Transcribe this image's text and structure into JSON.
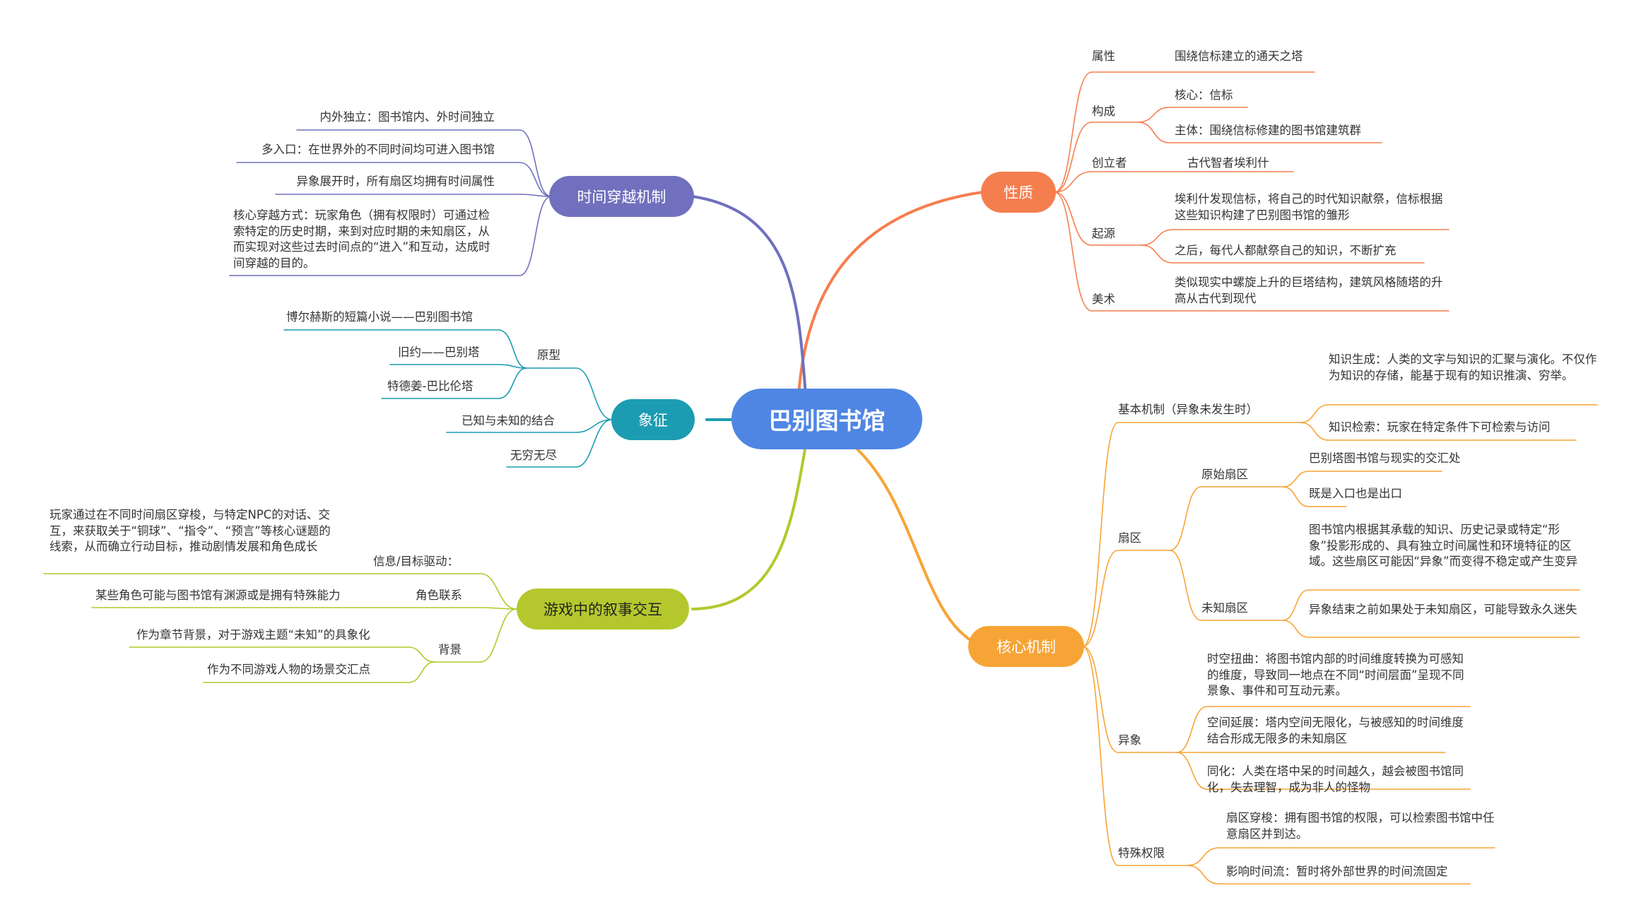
{
  "center": "巴别图书馆",
  "colors": {
    "center": "#4f86e3",
    "xingzhi": "#f57e4e",
    "hexin": "#f7a436",
    "shijian": "#7070be",
    "xiangzheng": "#1c9cb2",
    "youxi": "#b4c82d"
  },
  "branches": {
    "xingzhi": {
      "title": "性质",
      "shuxing": {
        "label": "属性",
        "value": "围绕信标建立的通天之塔"
      },
      "goucheng": {
        "label": "构成",
        "items": [
          "核心：信标",
          "主体：围绕信标修建的图书馆建筑群"
        ]
      },
      "chuangli": {
        "label": "创立者",
        "value": "古代智者埃利什"
      },
      "qiyuan": {
        "label": "起源",
        "items": [
          "埃利什发现信标，将自己的时代知识献祭，信标根据这些知识构建了巴别图书馆的雏形",
          "之后，每代人都献祭自己的知识，不断扩充"
        ]
      },
      "meishu": {
        "label": "美术",
        "value": "类似现实中螺旋上升的巨塔结构，建筑风格随塔的升高从古代到现代"
      }
    },
    "hexin": {
      "title": "核心机制",
      "jiben": {
        "label": "基本机制（异象未发生时）",
        "items": [
          "知识生成：人类的文字与知识的汇聚与演化。不仅作为知识的存储，能基于现有的知识推演、穷举。",
          "知识检索：玩家在特定条件下可检索与访问"
        ]
      },
      "shanqu": {
        "label": "扇区",
        "yuanshi": {
          "label": "原始扇区",
          "items": [
            "巴别塔图书馆与现实的交汇处",
            "既是入口也是出口"
          ]
        },
        "weizhi": {
          "label": "未知扇区",
          "items": [
            "图书馆内根据其承载的知识、历史记录或特定“形象”投影形成的、具有独立时间属性和环境特征的区域。这些扇区可能因“异象”而变得不稳定或产生变异",
            "异象结束之前如果处于未知扇区，可能导致永久迷失"
          ]
        }
      },
      "yixiang": {
        "label": "异象",
        "items": [
          "时空扭曲：将图书馆内部的时间维度转换为可感知的维度，导致同一地点在不同“时间层面”呈现不同景象、事件和可互动元素。",
          "空间延展：塔内空间无限化，与被感知的时间维度结合形成无限多的未知扇区",
          "同化：人类在塔中呆的时间越久，越会被图书馆同化，失去理智，成为非人的怪物"
        ]
      },
      "tequan": {
        "label": "特殊权限",
        "items": [
          "扇区穿梭：拥有图书馆的权限，可以检索图书馆中任意扇区并到达。",
          "影响时间流：暂时将外部世界的时间流固定"
        ]
      }
    },
    "shijian": {
      "title": "时间穿越机制",
      "items": [
        "内外独立：图书馆内、外时间独立",
        "多入口：在世界外的不同时间均可进入图书馆",
        "异象展开时，所有扇区均拥有时间属性",
        "核心穿越方式：玩家角色（拥有权限时）可通过检索特定的历史时期，来到对应时期的未知扇区，从而实现对这些过去时间点的“进入”和互动，达成时间穿越的目的。"
      ]
    },
    "xiangzheng": {
      "title": "象征",
      "yuanxing": {
        "label": "原型",
        "items": [
          "博尔赫斯的短篇小说——巴别图书馆",
          "旧约——巴别塔",
          "特德姜-巴比伦塔"
        ]
      },
      "items": [
        "已知与未知的结合",
        "无穷无尽"
      ]
    },
    "youxi": {
      "title": "游戏中的叙事交互",
      "xinxi": {
        "label": "信息/目标驱动：",
        "value": "玩家通过在不同时间扇区穿梭，与特定NPC的对话、交互，来获取关于“铜球”、“指令”、“预言”等核心谜题的线索，从而确立行动目标，推动剧情发展和角色成长"
      },
      "juese": {
        "label": "角色联系",
        "value": "某些角色可能与图书馆有渊源或是拥有特殊能力"
      },
      "beijing": {
        "label": "背景",
        "items": [
          "作为章节背景，对于游戏主题“未知”的具象化",
          "作为不同游戏人物的场景交汇点"
        ]
      }
    }
  }
}
